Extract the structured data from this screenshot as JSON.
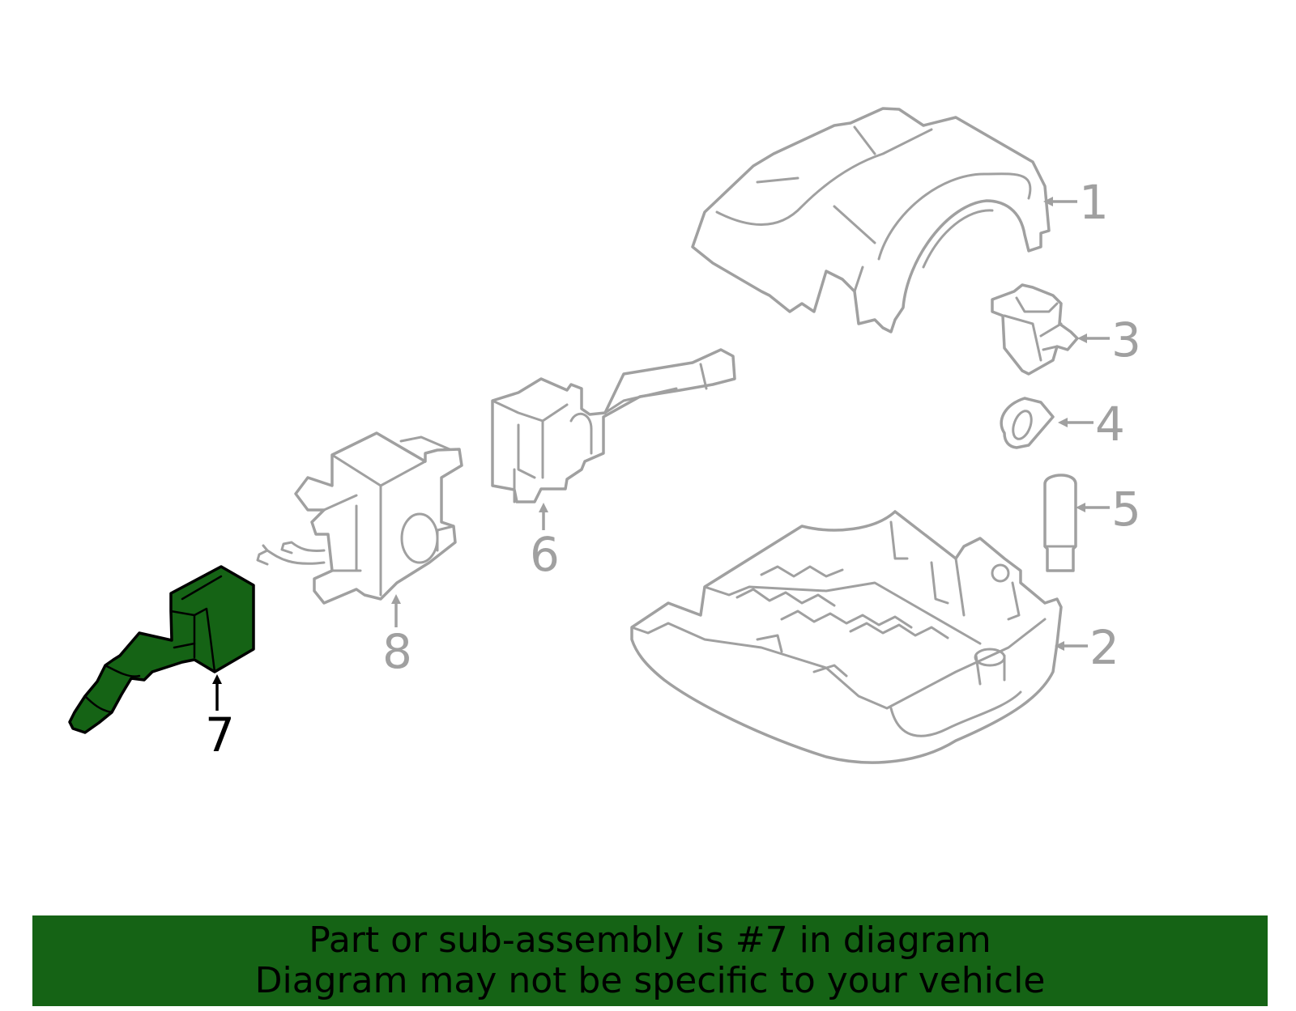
{
  "colors": {
    "highlight_fill": "#156315",
    "part_outline": "#a0a0a0",
    "highlight_outline": "#000000",
    "banner_background": "#156315"
  },
  "callouts": {
    "c1": "1",
    "c2": "2",
    "c3": "3",
    "c4": "4",
    "c5": "5",
    "c6": "6",
    "c7": "7",
    "c8": "8"
  },
  "highlighted_part": "7",
  "banner": {
    "line1": "Part or sub-assembly is #7 in diagram",
    "line2": "Diagram may not be specific to your vehicle"
  }
}
